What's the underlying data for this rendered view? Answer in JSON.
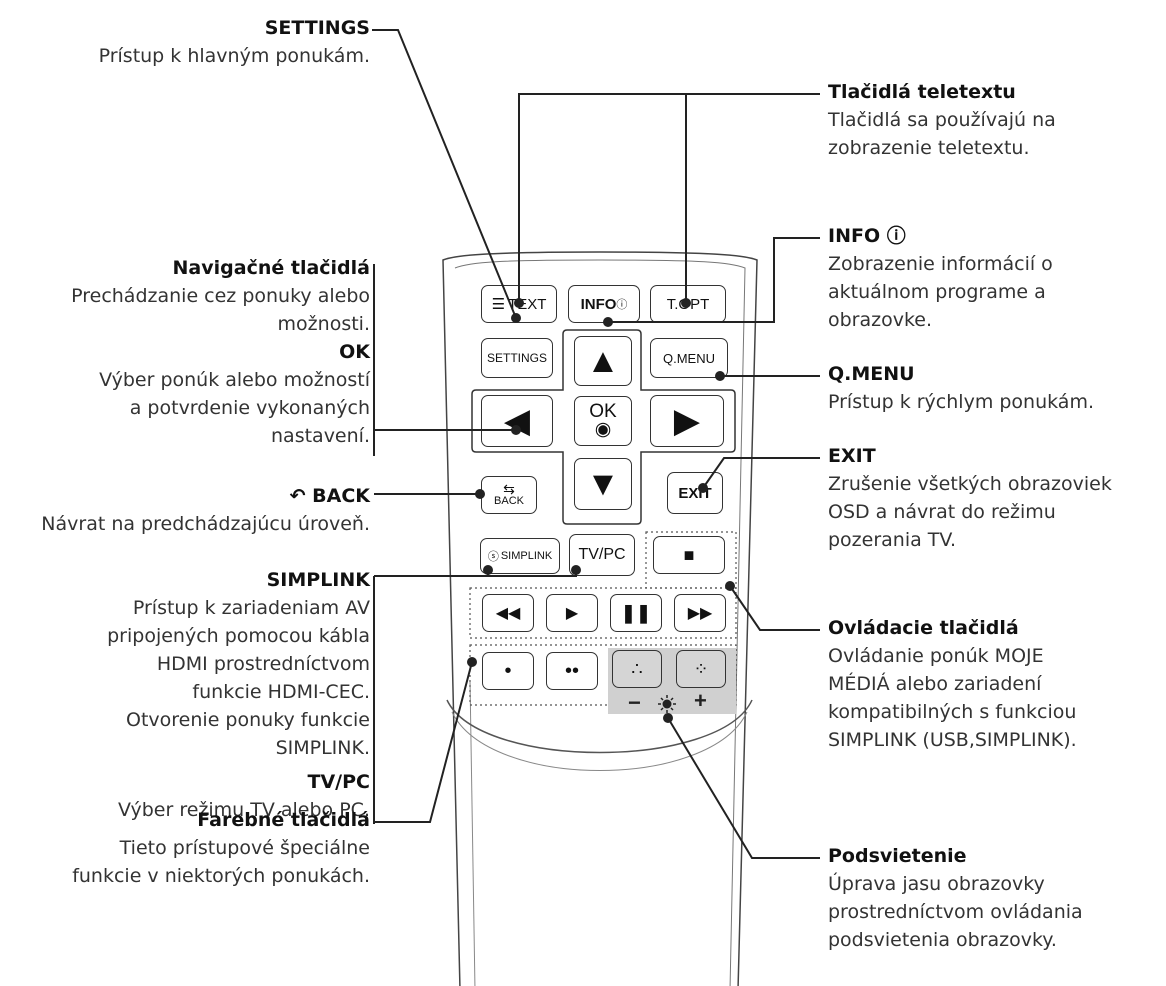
{
  "remote_buttons": {
    "text": "TEXT",
    "info": "INFO",
    "topt": "T.OPT",
    "settings": "SETTINGS",
    "qmenu": "Q.MENU",
    "ok": "OK",
    "back": "BACK",
    "exit": "EXIT",
    "simplink": "SIMPLINK",
    "tvpc": "TV/PC",
    "minus": "−",
    "plus": "+"
  },
  "labels": {
    "settings": {
      "title": "SETTINGS",
      "desc": "Prístup k hlavným ponukám."
    },
    "nav": {
      "title": "Navigačné tlačidlá",
      "desc1": "Prechádzanie cez ponuky alebo",
      "desc2": "možnosti."
    },
    "ok": {
      "title": "OK",
      "desc1": "Výber ponúk alebo možností",
      "desc2": "a potvrdenie vykonaných",
      "desc3": "nastavení."
    },
    "back": {
      "title": "BACK",
      "desc": "Návrat na predchádzajúcu úroveň."
    },
    "simplink": {
      "title": "SIMPLINK",
      "desc1": "Prístup k zariadeniam AV",
      "desc2": "pripojených pomocou kábla",
      "desc3": "HDMI prostredníctvom",
      "desc4": "funkcie HDMI-CEC.",
      "desc5": "Otvorenie ponuky funkcie",
      "desc6": "SIMPLINK."
    },
    "tvpc": {
      "title": "TV/PC",
      "desc": "Výber režimu TV alebo PC."
    },
    "color": {
      "title": "Farebné tlačidlá",
      "desc1": "Tieto prístupové špeciálne",
      "desc2": "funkcie v niektorých ponukách."
    },
    "teletext": {
      "title": "Tlačidlá teletextu",
      "desc1": "Tlačidlá sa používajú na",
      "desc2": "zobrazenie teletextu."
    },
    "info": {
      "title": "INFO ⓘ",
      "desc1": "Zobrazenie informácií o",
      "desc2": "aktuálnom programe a",
      "desc3": "obrazovke."
    },
    "qmenu": {
      "title": "Q.MENU",
      "desc": "Prístup k rýchlym ponukám."
    },
    "exit": {
      "title": "EXIT",
      "desc1": "Zrušenie všetkých obrazoviek",
      "desc2": "OSD a návrat do režimu",
      "desc3": "pozerania TV."
    },
    "control": {
      "title": "Ovládacie tlačidlá",
      "desc1": "Ovládanie ponúk MOJE",
      "desc2": "MÉDIÁ alebo zariadení",
      "desc3": "kompatibilných s funkciou",
      "desc4": "SIMPLINK (USB,SIMPLINK)."
    },
    "backlight": {
      "title": "Podsvietenie",
      "desc1": "Úprava jasu obrazovky",
      "desc2": "prostredníctvom ovládania",
      "desc3": "podsvietenia obrazovky."
    }
  }
}
